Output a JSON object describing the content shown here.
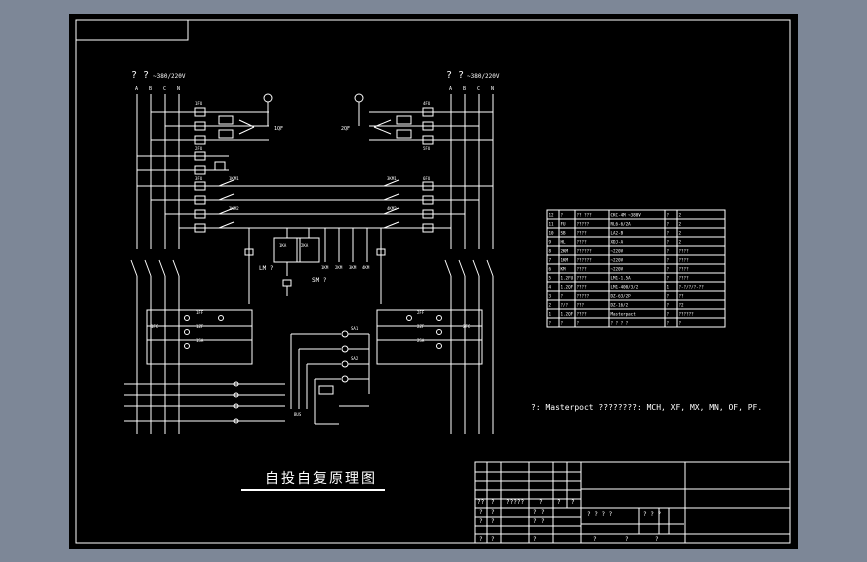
{
  "drawing": {
    "title": "自投自复原理图",
    "note": "?: Masterpoct ????????: MCH, XF, MX, MN, OF, PF.",
    "source_left": {
      "marks": "? ?",
      "supply": "~380/220V",
      "phases": [
        "A",
        "B",
        "C",
        "N"
      ]
    },
    "source_right": {
      "marks": "? ?",
      "supply": "~380/220V",
      "phases": [
        "A",
        "B",
        "C",
        "N"
      ]
    },
    "contacts_left": [
      "1FU",
      "2FU",
      "3FU",
      "1KM1",
      "2KM2"
    ],
    "contacts_right": [
      "4FU",
      "5FU",
      "6FU",
      "3KM1",
      "4KM2"
    ],
    "switch_labels": {
      "left_breaker": "1QF",
      "right_breaker": "2QF",
      "left_relay": "1KA",
      "right_relay": "2KA",
      "selector_a": "SA1",
      "selector_b": "SA2",
      "lamp_a": "LM ?",
      "lamp_b": "SM ?",
      "bus": "BUS"
    },
    "control_labels": [
      "1FF",
      "1ZF",
      "1FC",
      "1SA",
      "2FF",
      "2ZF",
      "2FC",
      "2SA",
      "1KM",
      "2KM",
      "3KM",
      "4KM"
    ]
  },
  "parts_table": {
    "rows": [
      [
        "12",
        "?",
        "?? ???",
        "CKC-4M ~380V",
        "?",
        "2"
      ],
      [
        "11",
        "FU",
        "?????",
        "RL6-6/2A",
        "?",
        "2"
      ],
      [
        "10",
        "SB",
        "????",
        "LA2-B",
        "?",
        "2"
      ],
      [
        "9",
        "HL",
        "????",
        "XDJ-A",
        "?",
        "2"
      ],
      [
        "8",
        "2KM",
        "??????",
        "~220V",
        "?",
        "????"
      ],
      [
        "7",
        "1KM",
        "??????",
        "~220V",
        "?",
        "????"
      ],
      [
        "6",
        "KM",
        "????",
        "~220V",
        "?",
        "????"
      ],
      [
        "5",
        "1.2FU",
        "????",
        "LM1-1.5A",
        "?",
        "????"
      ],
      [
        "4",
        "1.2QF",
        "????",
        "LM1-400/3/2",
        "1",
        "?-?/?/?-??"
      ],
      [
        "3",
        "?",
        "?????",
        "DZ-63/2P",
        "?",
        "??"
      ],
      [
        "2",
        "?/?",
        "???",
        "DZ-16/2",
        "?",
        "?2"
      ],
      [
        "1",
        "1.2QF",
        "????",
        "Masterpact",
        "?",
        "??????"
      ]
    ],
    "header": [
      "?",
      "?",
      "?",
      "? ? ? ?",
      "?",
      "?"
    ]
  },
  "title_block": {
    "row_a": [
      "??",
      "?",
      "?????",
      "?",
      "?",
      "?"
    ],
    "row_b": [
      "?",
      "?",
      "?",
      "?"
    ],
    "row_c": [
      "? ? ? ?",
      "? ? ?"
    ],
    "row_d": [
      "?",
      "?",
      "?",
      "?"
    ],
    "row_e": [
      "?",
      "?",
      "?",
      "?",
      "?",
      "?"
    ]
  }
}
